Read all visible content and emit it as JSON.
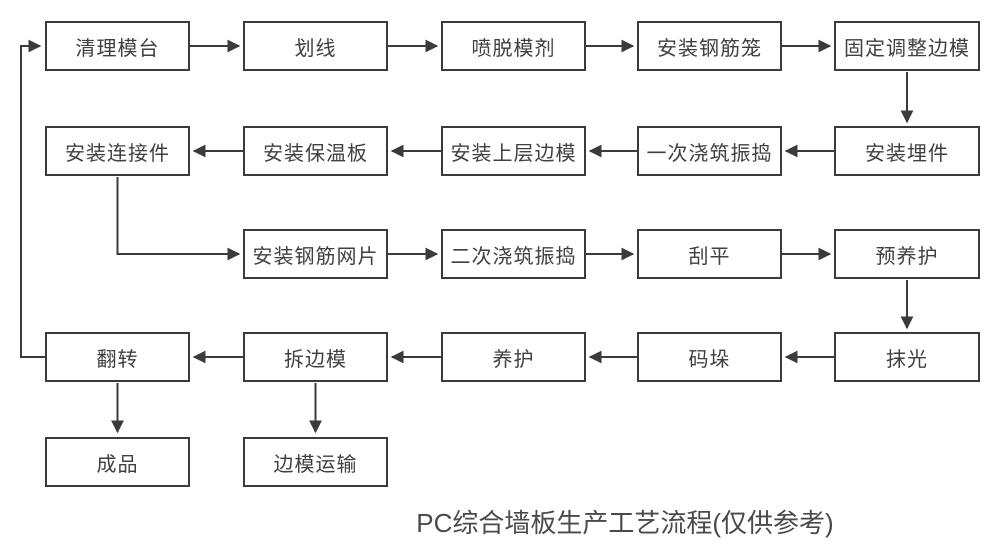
{
  "title": "PC综合墙板生产工艺流程(仅供参考)",
  "colors": {
    "background": "#ffffff",
    "box_fill": "#ffffff",
    "box_border": "#3b3b3d",
    "line": "#3b3b3d",
    "node_text": "#404042",
    "title_text": "#4a4a4a"
  },
  "nodes": {
    "clean_table": "清理模台",
    "scribe": "划线",
    "spray_release_agent": "喷脱模剂",
    "install_rebar_cage": "安装钢筋笼",
    "fix_adjust_side_mold": "固定调整边模",
    "install_connectors": "安装连接件",
    "install_insulation_board": "安装保温板",
    "install_upper_side_mold": "安装上层边模",
    "first_pour_vibrate": "一次浇筑振捣",
    "install_embedded_parts": "安装埋件",
    "install_rebar_mesh": "安装钢筋网片",
    "second_pour_vibrate": "二次浇筑振捣",
    "screed": "刮平",
    "pre_curing": "预养护",
    "flip": "翻转",
    "remove_side_mold": "拆边模",
    "curing": "养护",
    "stack": "码垛",
    "trowel": "抹光",
    "finished_product": "成品",
    "side_mold_transport": "边模运输"
  },
  "edges": [
    {
      "from": "clean_table",
      "to": "scribe"
    },
    {
      "from": "scribe",
      "to": "spray_release_agent"
    },
    {
      "from": "spray_release_agent",
      "to": "install_rebar_cage"
    },
    {
      "from": "install_rebar_cage",
      "to": "fix_adjust_side_mold"
    },
    {
      "from": "fix_adjust_side_mold",
      "to": "install_embedded_parts"
    },
    {
      "from": "install_embedded_parts",
      "to": "first_pour_vibrate"
    },
    {
      "from": "first_pour_vibrate",
      "to": "install_upper_side_mold"
    },
    {
      "from": "install_upper_side_mold",
      "to": "install_insulation_board"
    },
    {
      "from": "install_insulation_board",
      "to": "install_connectors"
    },
    {
      "from": "install_connectors",
      "to": "install_rebar_mesh"
    },
    {
      "from": "install_rebar_mesh",
      "to": "second_pour_vibrate"
    },
    {
      "from": "second_pour_vibrate",
      "to": "screed"
    },
    {
      "from": "screed",
      "to": "pre_curing"
    },
    {
      "from": "pre_curing",
      "to": "trowel"
    },
    {
      "from": "trowel",
      "to": "stack"
    },
    {
      "from": "stack",
      "to": "curing"
    },
    {
      "from": "curing",
      "to": "remove_side_mold"
    },
    {
      "from": "remove_side_mold",
      "to": "flip"
    },
    {
      "from": "flip",
      "to": "finished_product"
    },
    {
      "from": "remove_side_mold",
      "to": "side_mold_transport"
    },
    {
      "from": "flip",
      "to": "clean_table"
    }
  ]
}
